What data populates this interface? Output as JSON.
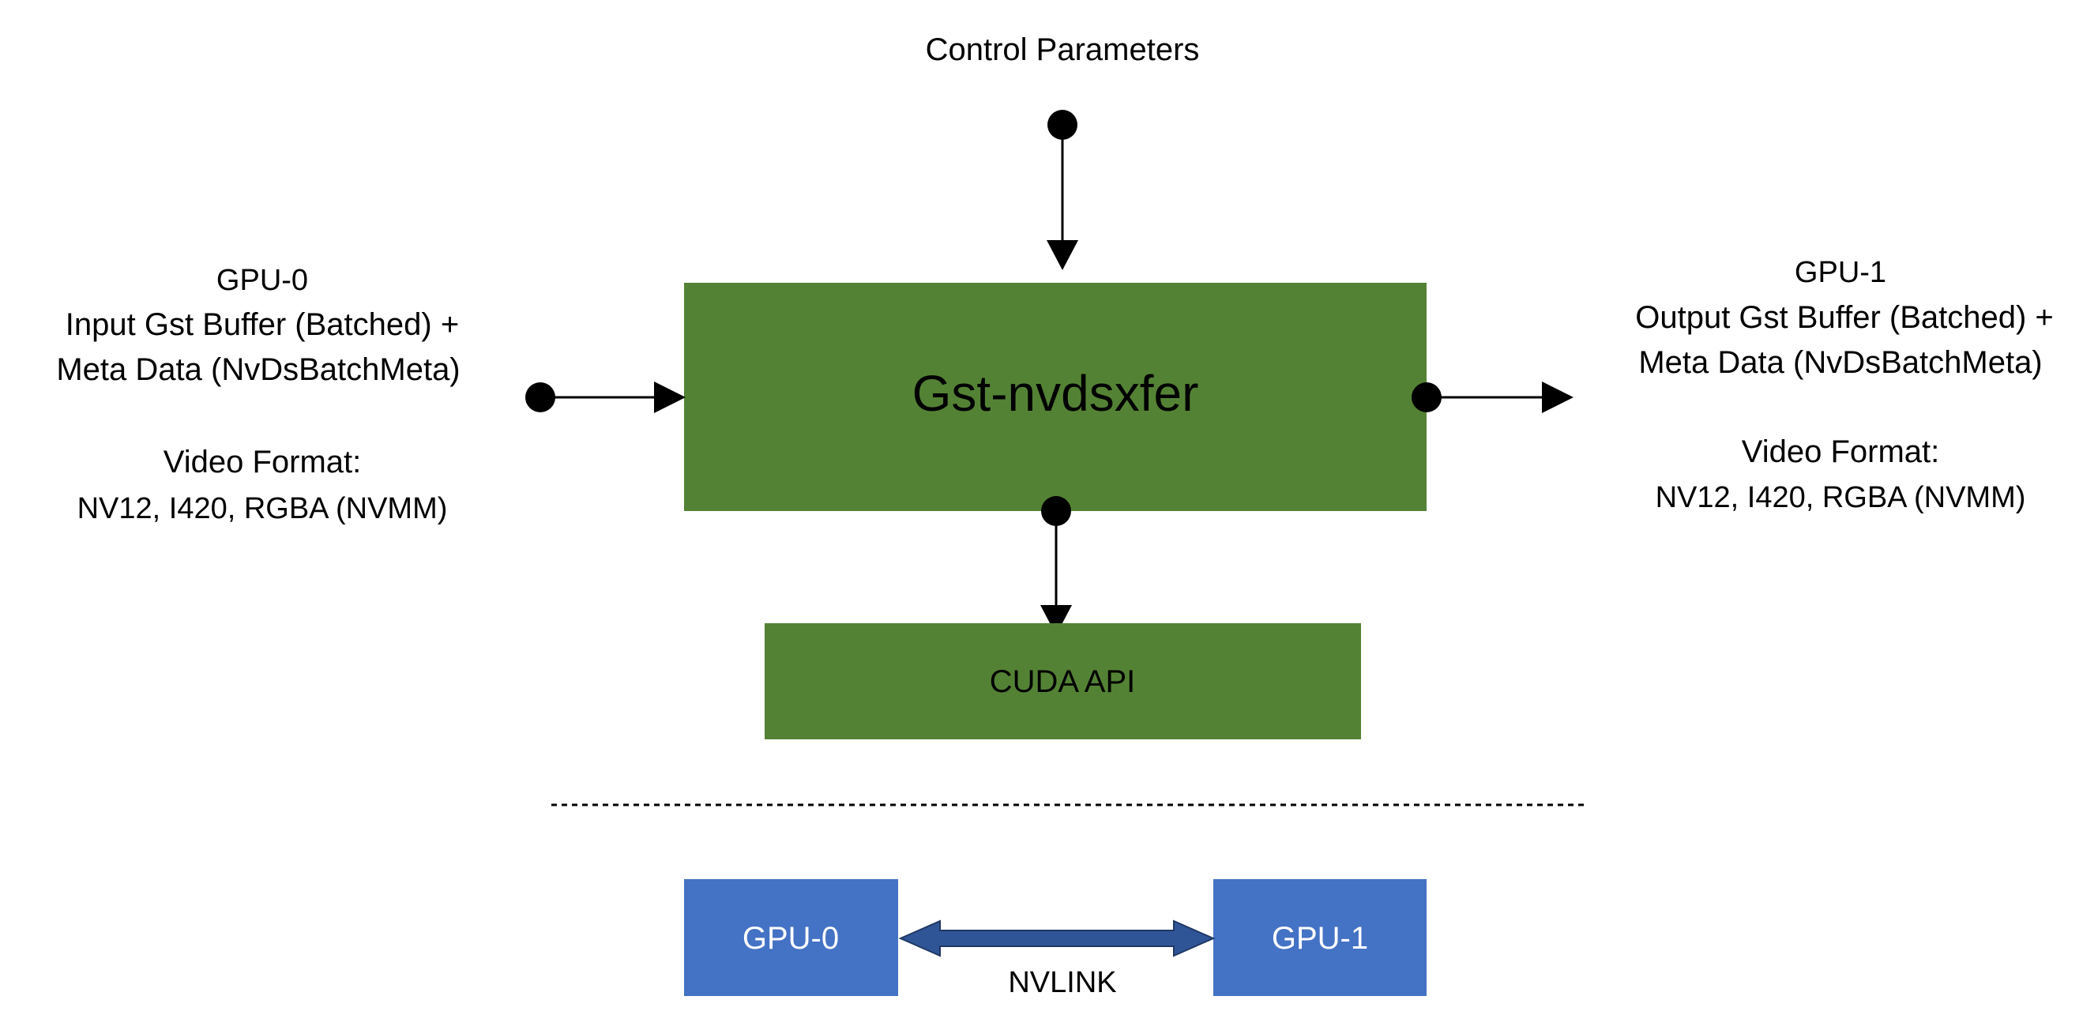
{
  "control": {
    "label": "Control Parameters"
  },
  "input": {
    "gpu": "GPU-0",
    "line1": "Input Gst Buffer (Batched) +",
    "line2": "Meta Data (NvDsBatchMeta)",
    "format_title": "Video Format:",
    "formats": "NV12, I420, RGBA  (NVMM)"
  },
  "output": {
    "gpu": "GPU-1",
    "line1": "Output Gst Buffer (Batched) +",
    "line2": "Meta Data (NvDsBatchMeta)",
    "format_title": "Video Format:",
    "formats": "NV12, I420, RGBA (NVMM)"
  },
  "plugin": {
    "label": "Gst-nvdsxfer"
  },
  "cuda": {
    "label": "CUDA API"
  },
  "link": {
    "gpu_left": "GPU-0",
    "gpu_right": "GPU-1",
    "label": "NVLINK"
  },
  "colors": {
    "green": "#548235",
    "blue": "#4472C4",
    "link_arrow": "#2F5597",
    "text": "#000000",
    "white_text": "#ffffff"
  }
}
